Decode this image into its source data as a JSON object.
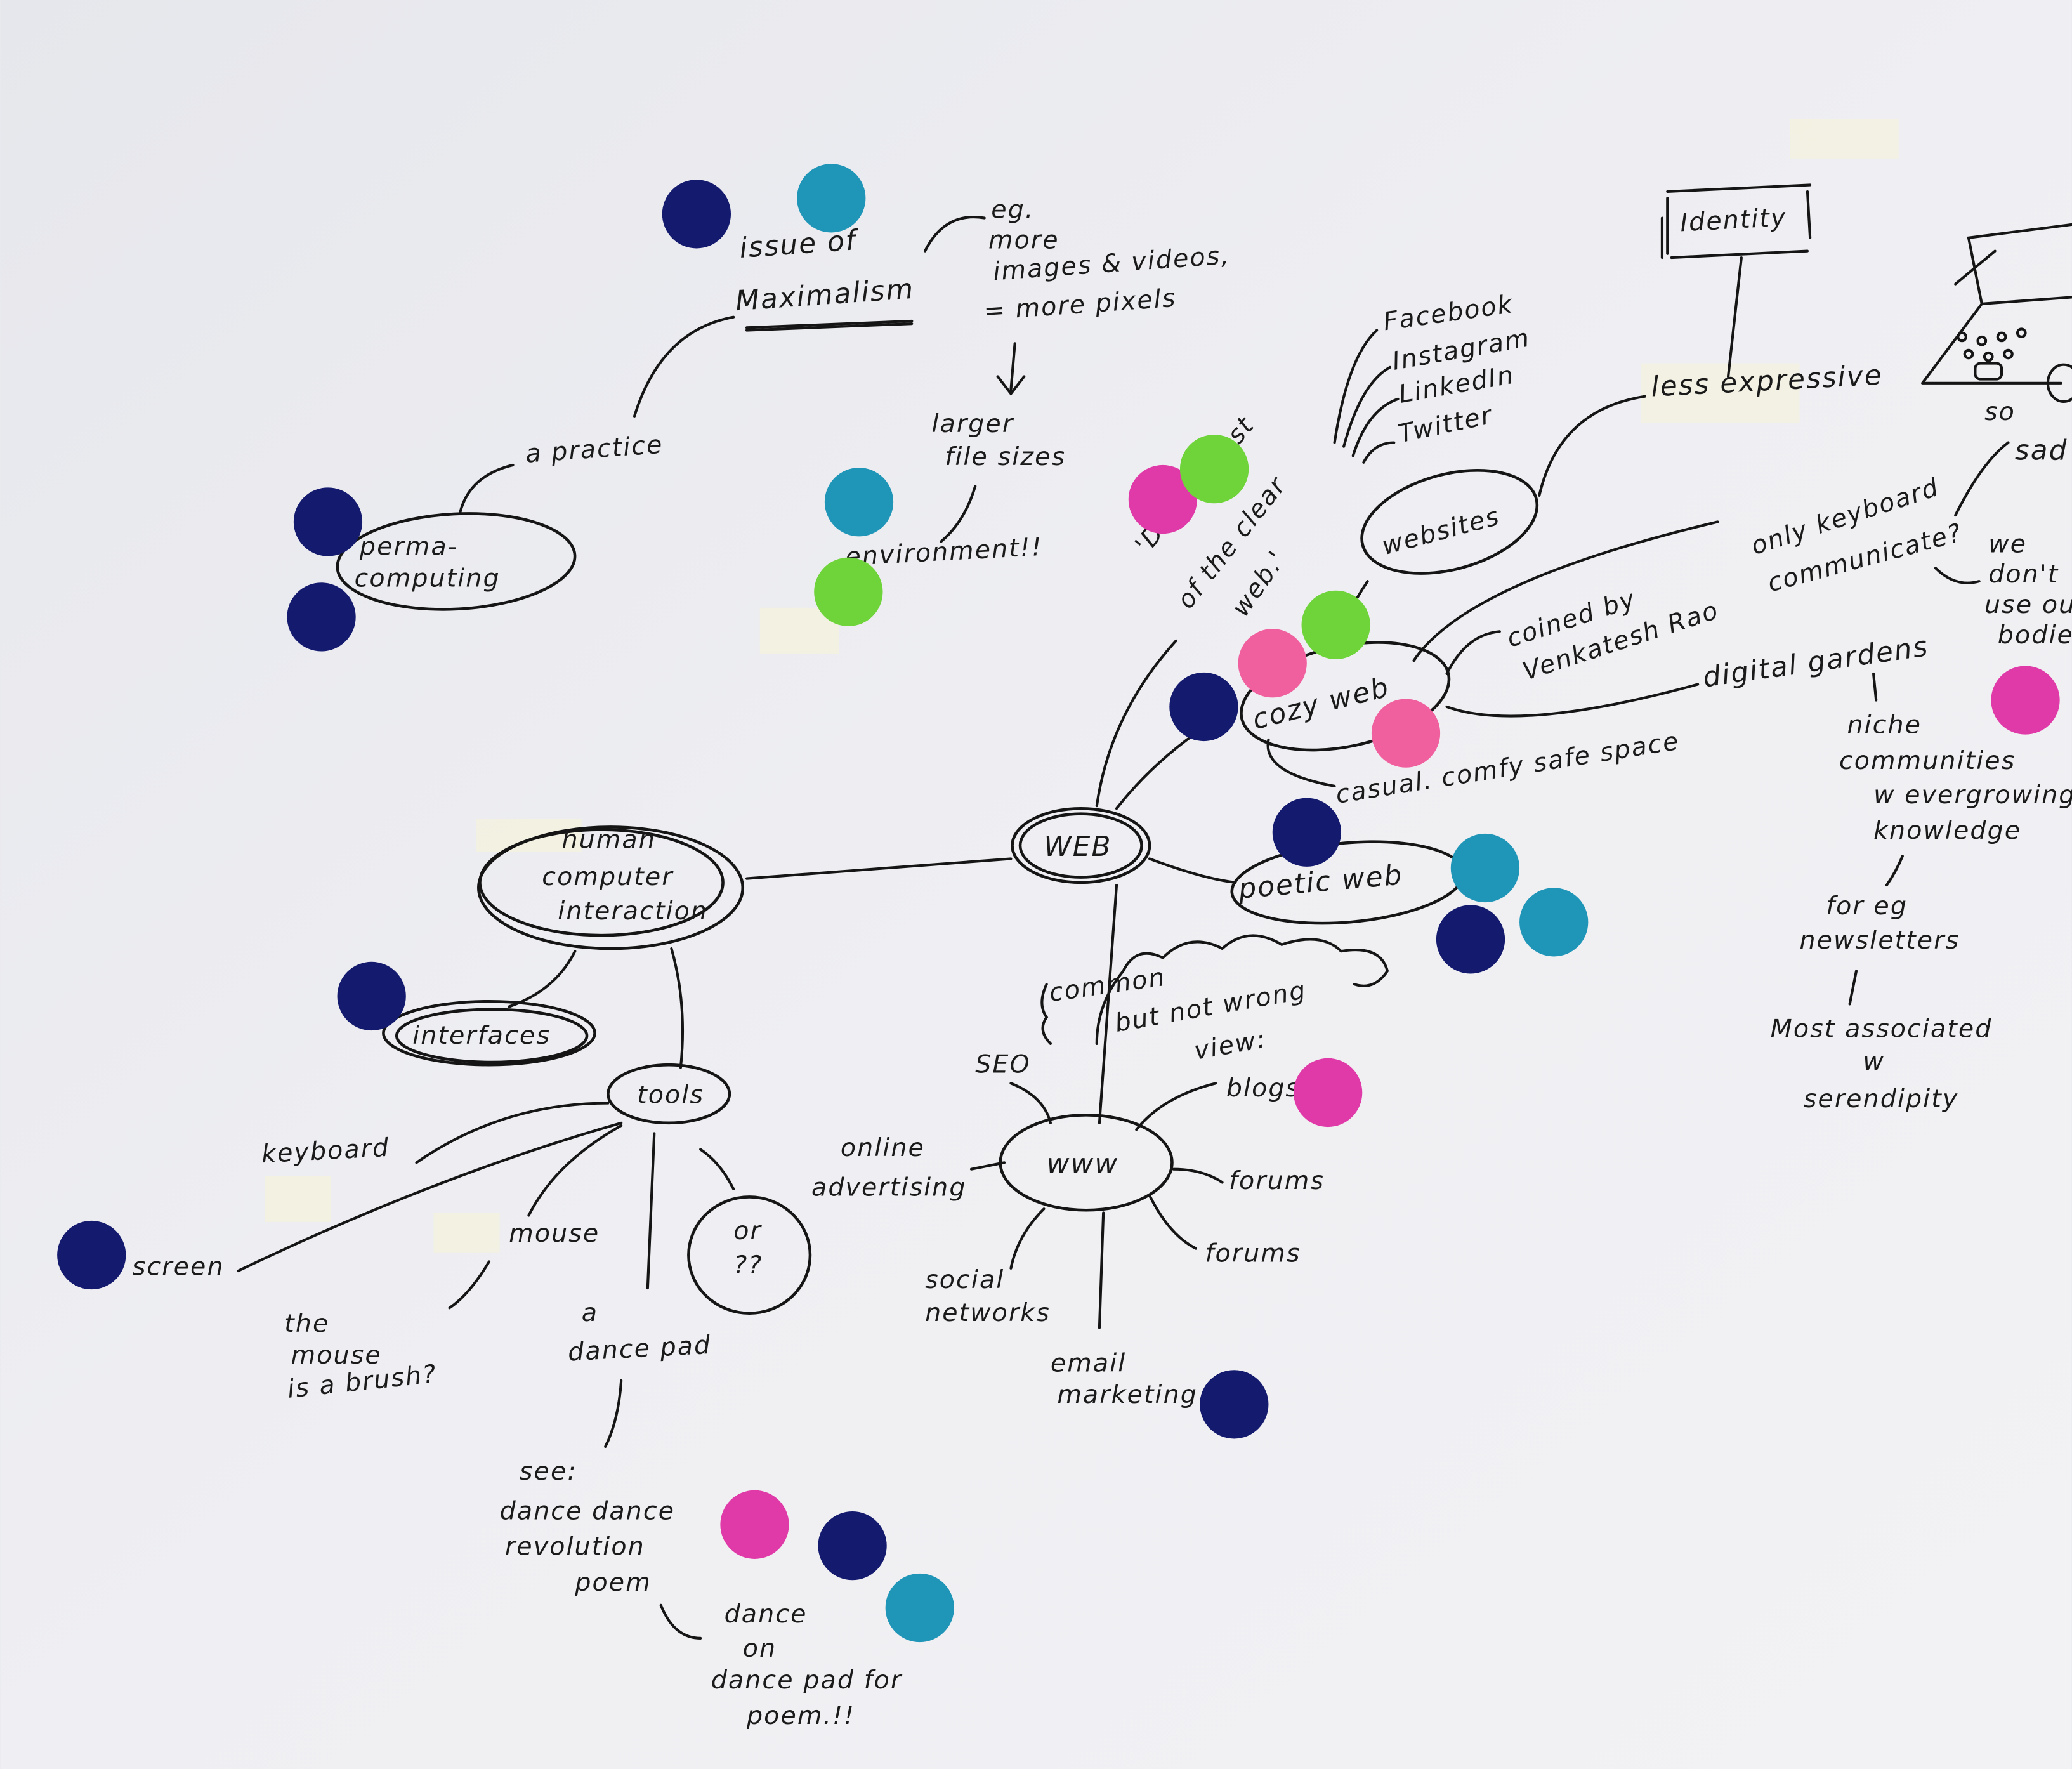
{
  "colors": {
    "paper": "#ececf0",
    "ink": "#151515",
    "navy": "#141a6e",
    "teal": "#1f95b8",
    "green": "#6fd33a",
    "magenta": "#e03aa8",
    "pink": "#f0609f",
    "tape": "#f3f1df"
  },
  "maximalism": {
    "line1": "issue of",
    "line2": "Maximalism"
  },
  "example": {
    "l1": "eg.",
    "l2": "more",
    "l3": "images & videos,",
    "l4": "= more pixels"
  },
  "file_sizes": {
    "l1": "larger",
    "l2": "file sizes"
  },
  "environment": "environment!!",
  "practice": "a practice",
  "permacomputing": {
    "l1": "perma-",
    "l2": "computing"
  },
  "identity": "Identity",
  "less_expressive": "less expressive",
  "so_sad": {
    "l1": "so",
    "l2": "sad"
  },
  "keyboard_note": {
    "l1": "only keyboard",
    "l2": "communicate?"
  },
  "bodies_note": {
    "l1": "we",
    "l2": "don't",
    "l3": "use our",
    "l4": "bodies"
  },
  "social_sites": [
    "Facebook",
    "Instagram",
    "LinkedIn",
    "Twitter"
  ],
  "dark_forest": {
    "l1": "'Dark Forest",
    "l2": "of the clear",
    "l3": "web.'"
  },
  "websites": "websites",
  "coined": {
    "l1": "coined by",
    "l2": "Venkatesh Rao"
  },
  "digital_gardens": "digital gardens",
  "cozy_web": "cozy web",
  "casual": "casual. comfy safe space",
  "niche": {
    "l1": "niche",
    "l2": "communities",
    "l3": "w evergrowing",
    "l4": "knowledge"
  },
  "newsletters": {
    "l1": "for eg",
    "l2": "newsletters"
  },
  "serendipity": {
    "l1": "Most associated",
    "l2": "w",
    "l3": "serendipity"
  },
  "web": "WEB",
  "poetic_web": "poetic web",
  "hci": {
    "l1": "human",
    "l2": "computer",
    "l3": "interaction"
  },
  "interfaces": "interfaces",
  "tools": "tools",
  "tool_items": {
    "keyboard": "keyboard",
    "screen": "screen",
    "mouse": "mouse",
    "or": "or",
    "q": "??"
  },
  "mouse_brush": {
    "l1": "the",
    "l2": "mouse",
    "l3": "is a brush?"
  },
  "dance_pad": {
    "l1": "a",
    "l2": "dance pad"
  },
  "see_ddr": {
    "l1": "see:",
    "l2": "dance dance",
    "l3": "revolution",
    "l4": "poem"
  },
  "dance_on": {
    "l1": "dance",
    "l2": "on",
    "l3": "dance pad for",
    "l4": "poem.!!"
  },
  "common_view": {
    "l1": "common",
    "l2": "but not wrong",
    "l3": "view:"
  },
  "www": "www",
  "www_items": {
    "seo": "SEO",
    "blogs": "blogs",
    "ads1": "online",
    "ads2": "advertising",
    "forums1": "forums",
    "forums2": "forums",
    "social1": "social",
    "social2": "networks",
    "email1": "email",
    "email2": "marketing"
  }
}
